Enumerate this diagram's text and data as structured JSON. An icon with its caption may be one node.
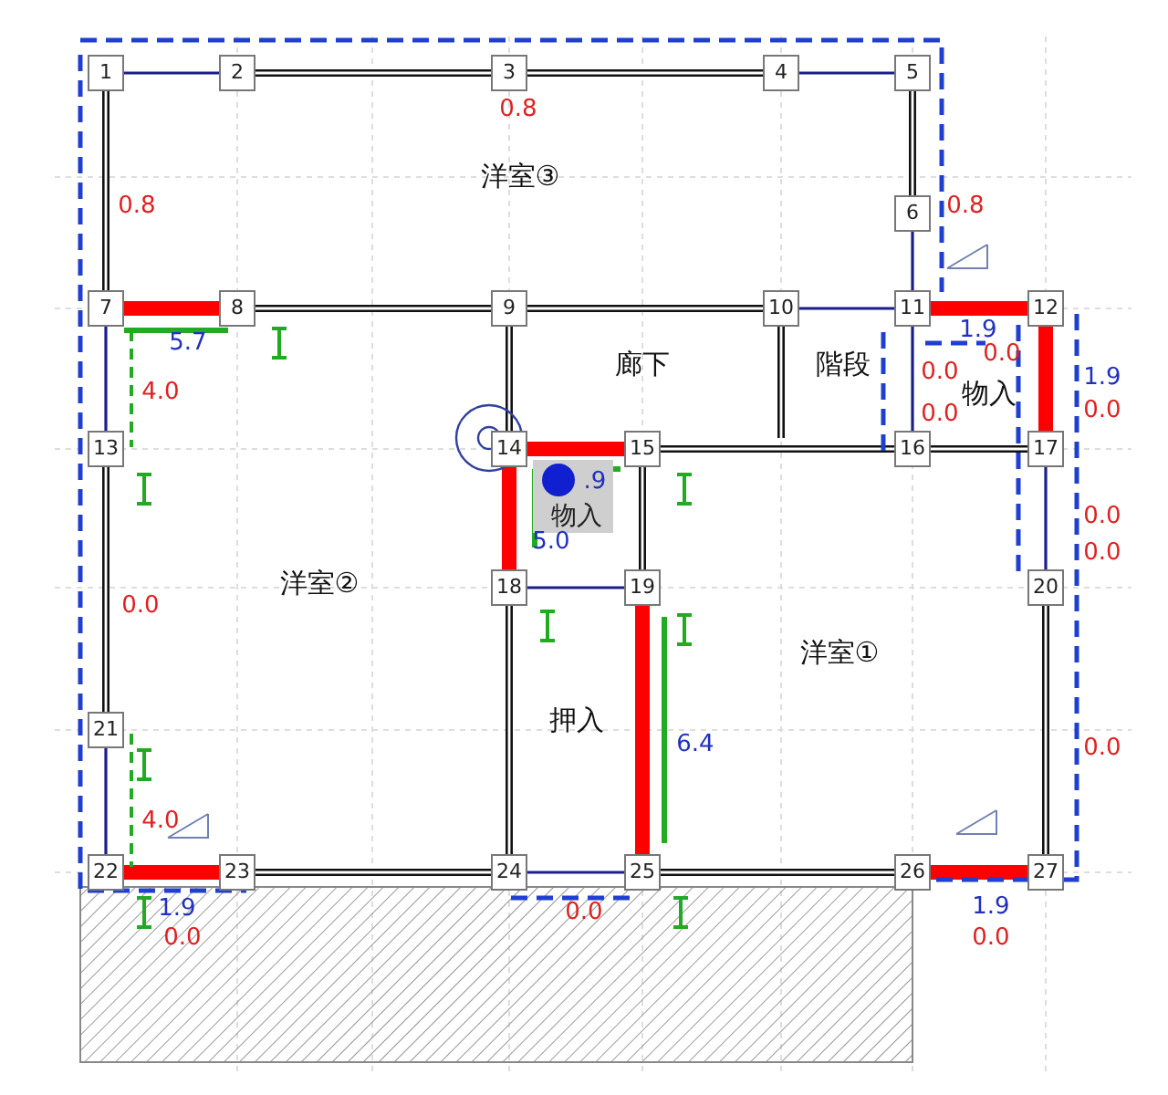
{
  "diagram": {
    "nodes": [
      {
        "text": [
          "1"
        ]
      },
      {
        "text": [
          "2"
        ]
      },
      {
        "text": [
          "3"
        ]
      },
      {
        "text": [
          "4"
        ]
      },
      {
        "text": [
          "5"
        ]
      },
      {
        "text": [
          "6"
        ]
      },
      {
        "text": [
          "7"
        ]
      },
      {
        "text": [
          "8"
        ]
      },
      {
        "text": [
          "9"
        ]
      },
      {
        "text": [
          "10"
        ]
      },
      {
        "text": [
          "11"
        ]
      },
      {
        "text": [
          "12"
        ]
      },
      {
        "text": [
          "13"
        ]
      },
      {
        "text": [
          "14"
        ]
      },
      {
        "text": [
          "15"
        ]
      },
      {
        "text": [
          "16"
        ]
      },
      {
        "text": [
          "17"
        ]
      },
      {
        "text": [
          "18"
        ]
      },
      {
        "text": [
          "19"
        ]
      },
      {
        "text": [
          "20"
        ]
      },
      {
        "text": [
          "21"
        ]
      },
      {
        "text": [
          "22"
        ]
      },
      {
        "text": [
          "23"
        ]
      },
      {
        "text": [
          "24"
        ]
      },
      {
        "text": [
          "25"
        ]
      },
      {
        "text": [
          "26"
        ]
      },
      {
        "text": [
          "27"
        ]
      },
      {
        "text": [
          "物入"
        ]
      }
    ],
    "edges": [
      {
        "from": 0,
        "to": 1,
        "arrow": "none",
        "color": "#1c1c8c"
      },
      {
        "from": 1,
        "to": 2,
        "arrow": "none"
      },
      {
        "from": 2,
        "to": 3,
        "arrow": "none"
      },
      {
        "from": 3,
        "to": 4,
        "arrow": "none",
        "color": "#1c1c8c"
      },
      {
        "from": 0,
        "to": 6,
        "arrow": "none"
      },
      {
        "from": 4,
        "to": 5,
        "arrow": "none"
      },
      {
        "from": 5,
        "to": 10,
        "arrow": "none",
        "color": "#1c1c8c"
      },
      {
        "from": 6,
        "to": 7,
        "arrow": "none",
        "style": "thick",
        "color": "#ff0000"
      },
      {
        "from": 7,
        "to": 8,
        "arrow": "none"
      },
      {
        "from": 8,
        "to": 9,
        "arrow": "none"
      },
      {
        "from": 9,
        "to": 10,
        "arrow": "none",
        "color": "#1c1c8c"
      },
      {
        "from": 10,
        "to": 11,
        "arrow": "none",
        "style": "thick",
        "color": "#ff0000"
      },
      {
        "from": 6,
        "to": 12,
        "arrow": "none",
        "color": "#1c1c8c"
      },
      {
        "from": 8,
        "to": 13,
        "arrow": "none"
      },
      {
        "from": 10,
        "to": 15,
        "arrow": "none",
        "color": "#1c1c8c"
      },
      {
        "from": 11,
        "to": 16,
        "arrow": "none",
        "style": "thick",
        "color": "#ff0000"
      },
      {
        "from": 13,
        "to": 14,
        "arrow": "none",
        "style": "thick",
        "color": "#ff0000"
      },
      {
        "from": 14,
        "to": 15,
        "arrow": "none"
      },
      {
        "from": 15,
        "to": 16,
        "arrow": "none"
      },
      {
        "from": 13,
        "to": 17,
        "arrow": "none",
        "style": "thick",
        "color": "#ff0000"
      },
      {
        "from": 14,
        "to": 18,
        "arrow": "none"
      },
      {
        "from": 16,
        "to": 19,
        "arrow": "none",
        "color": "#1c1c8c"
      },
      {
        "from": 17,
        "to": 18,
        "arrow": "none",
        "color": "#1c1c8c"
      },
      {
        "from": 12,
        "to": 20,
        "arrow": "none"
      },
      {
        "from": 17,
        "to": 23,
        "arrow": "none"
      },
      {
        "from": 18,
        "to": 24,
        "arrow": "none",
        "style": "thick",
        "color": "#ff0000"
      },
      {
        "from": 19,
        "to": 26,
        "arrow": "none"
      },
      {
        "from": 20,
        "to": 21,
        "arrow": "none",
        "color": "#1c1c8c"
      },
      {
        "from": 21,
        "to": 22,
        "arrow": "none",
        "style": "thick",
        "color": "#ff0000"
      },
      {
        "from": 22,
        "to": 23,
        "arrow": "none"
      },
      {
        "from": 23,
        "to": 24,
        "arrow": "none",
        "color": "#1c1c8c"
      },
      {
        "from": 24,
        "to": 25,
        "arrow": "none"
      },
      {
        "from": 25,
        "to": 26,
        "arrow": "none",
        "style": "thick",
        "color": "#ff0000"
      },
      {
        "from": 9,
        "to": null,
        "arrow": "none"
      }
    ],
    "labels": [
      "0.8",
      "洋室③",
      "0.8",
      "0.8",
      "5.7",
      "1.9",
      "廊下",
      "階段",
      "0.0",
      "0.0",
      "1.9",
      "4.0",
      "0.0",
      "物入",
      "0.0",
      ".9",
      "0.0",
      "5.0",
      "0.0",
      "洋室②",
      "0.0",
      "洋室①",
      "押入",
      "6.4",
      "0.0",
      "4.0",
      "1.9",
      "0.0",
      "1.9",
      "0.0",
      "0.0"
    ]
  }
}
